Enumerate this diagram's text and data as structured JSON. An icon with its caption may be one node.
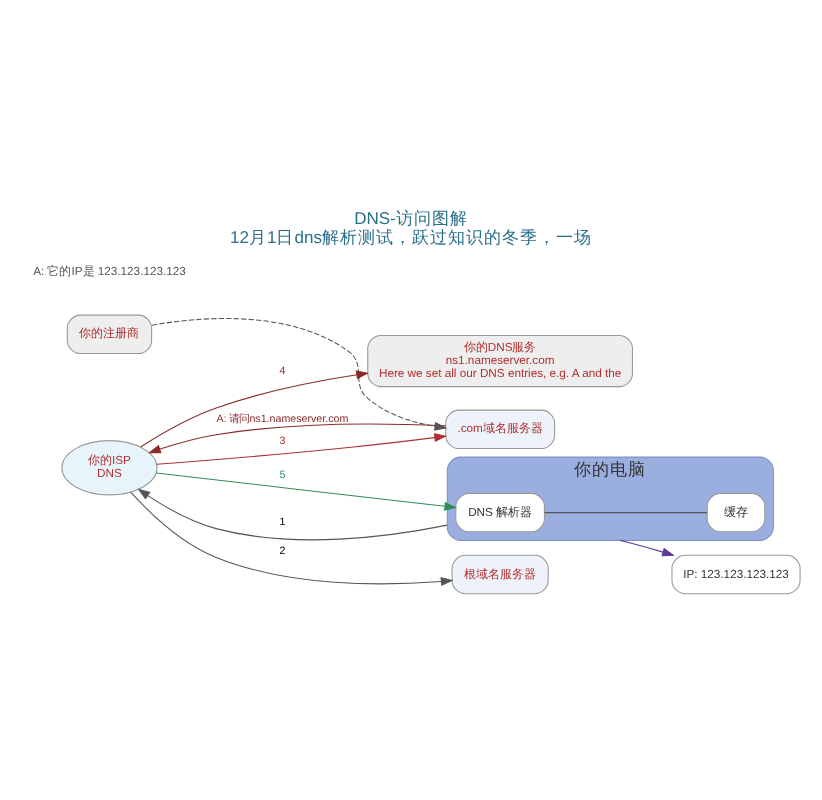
{
  "diagram": {
    "title": "DNS-访问图解",
    "caption": "12月1日dns解析测试，跃过知识的冬季，一场",
    "nodes": [
      {
        "text": [
          "根域名服务器"
        ]
      },
      {
        "text": [
          ".com域名服务器"
        ]
      },
      {
        "text": [
          "你的注册商"
        ]
      },
      {
        "text": [
          "你的ISP",
          "DNS"
        ]
      },
      {
        "text": [
          "你的电脑"
        ]
      },
      {
        "text": [
          "DNS 解析器"
        ],
        "in": 4
      },
      {
        "text": [
          "缓存"
        ],
        "in": 4
      },
      {
        "text": [
          "IP: 123.123.123.123"
        ]
      },
      {
        "text": [
          "你的DNS服务",
          "ns1.nameserver.com",
          "Here we set all our DNS entries, e.g. A and the"
        ]
      }
    ],
    "edges": [
      {
        "from": 2,
        "to": 1,
        "arrow": "to",
        "style": "dashed"
      },
      {
        "from": 4,
        "to": 3,
        "arrow": "to",
        "label": "1"
      },
      {
        "from": 3,
        "to": 0,
        "arrow": "to",
        "label": "2"
      },
      {
        "from": 3,
        "to": 1,
        "arrow": "to",
        "label": "3",
        "color": "#b03030"
      },
      {
        "from": 1,
        "to": 3,
        "arrow": "to",
        "label": "A: 请问ns1.nameserver.com",
        "color": "#8b2a2a"
      },
      {
        "from": 3,
        "to": 8,
        "arrow": "to",
        "label": "4",
        "color": "#8b2a2a"
      },
      {
        "from": 3,
        "to": 5,
        "arrow": "to",
        "label": "5",
        "color": "#2e8b57"
      },
      {
        "from": 5,
        "to": 6,
        "arrow": "none"
      },
      {
        "from": 4,
        "to": 7,
        "arrow": "to",
        "color": "#5b3a99"
      }
    ],
    "labels": [
      "A: 它的IP是 123.123.123.123"
    ]
  }
}
